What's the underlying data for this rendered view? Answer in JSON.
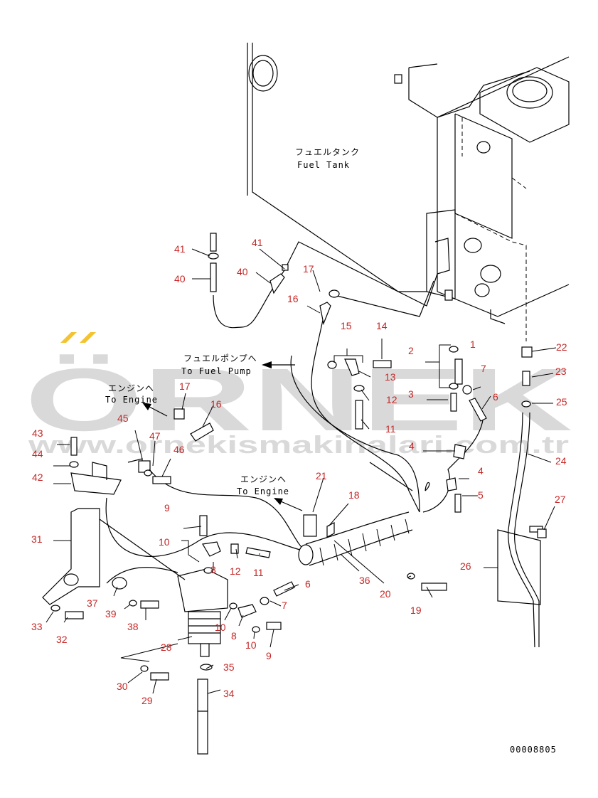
{
  "watermark": {
    "brand": "ÖRNEK",
    "url": "www.ornekismakinalari.com.tr",
    "accent": "#f4c430",
    "color": "#d9d9d9"
  },
  "labels": {
    "fuel_tank_jp": "フュエルタンク",
    "fuel_tank_en": "Fuel Tank",
    "fuel_pump_jp": "フュエルポンプへ",
    "fuel_pump_en": "To Fuel Pump",
    "engine1_jp": "エンジンへ",
    "engine1_en": "To Engine",
    "engine2_jp": "エンジンへ",
    "engine2_en": "To Engine",
    "drawing_no": "00008805"
  },
  "callout_color": "#c62828",
  "callouts": {
    "c1": "1",
    "c2": "2",
    "c3": "3",
    "c4a": "4",
    "c4b": "4",
    "c5": "5",
    "c6a": "6",
    "c6b": "6",
    "c7a": "7",
    "c7b": "7",
    "c8a": "8",
    "c8b": "8",
    "c9a": "9",
    "c9b": "9",
    "c10a": "10",
    "c10b": "10",
    "c10c": "10",
    "c11a": "11",
    "c11b": "11",
    "c12a": "12",
    "c12b": "12",
    "c13": "13",
    "c14": "14",
    "c15": "15",
    "c16a": "16",
    "c16b": "16",
    "c17a": "17",
    "c17b": "17",
    "c18": "18",
    "c19": "19",
    "c20": "20",
    "c21": "21",
    "c22": "22",
    "c23": "23",
    "c24": "24",
    "c25": "25",
    "c26": "26",
    "c27": "27",
    "c28": "28",
    "c29": "29",
    "c30": "30",
    "c31": "31",
    "c32": "32",
    "c33": "33",
    "c34": "34",
    "c35": "35",
    "c36": "36",
    "c37": "37",
    "c38": "38",
    "c39": "39",
    "c40a": "40",
    "c40b": "40",
    "c41a": "41",
    "c41b": "41",
    "c42": "42",
    "c43": "43",
    "c44": "44",
    "c45": "45",
    "c46": "46",
    "c47": "47"
  }
}
